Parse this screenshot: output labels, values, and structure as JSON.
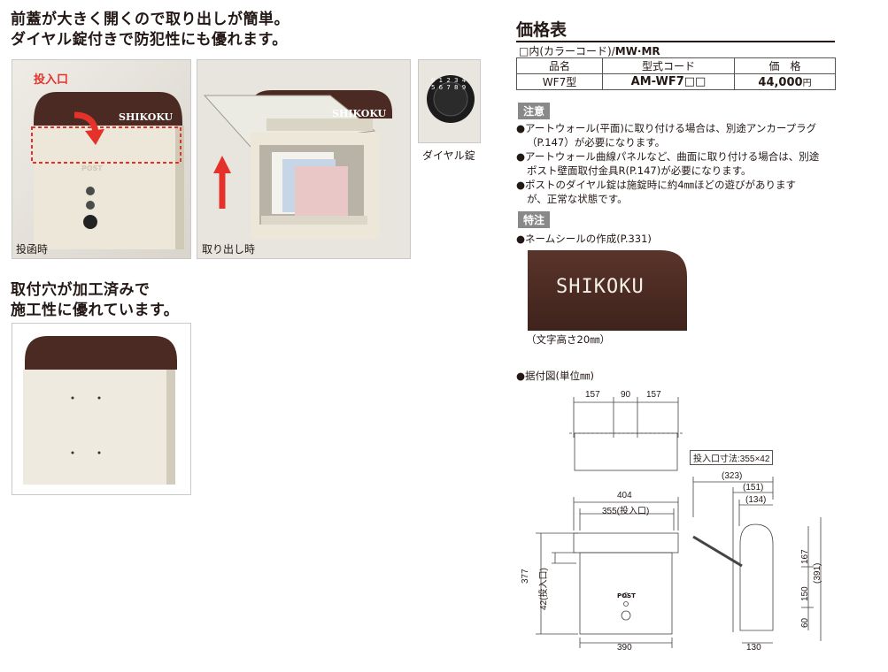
{
  "left": {
    "heading1_line1": "前蓋が大きく開くので取り出しが簡単。",
    "heading1_line2": "ダイヤル錠付きで防犯性にも優れます。",
    "photo1_label_top": "投入口",
    "photo1_caption": "投函時",
    "photo1_brand": "SHIKOKU",
    "photo1_post": "POST",
    "photo2_caption": "取り出し時",
    "photo2_brand": "SHIKOKU",
    "dial_caption": "ダイヤル錠",
    "dial_digits": "0 1 2 3 4 5 6 7 8 9",
    "heading2_line1": "取付穴が加工済みで",
    "heading2_line2": "施工性に優れています。"
  },
  "price": {
    "title": "価格表",
    "subtitle_prefix": "□内(カラーコード)/",
    "subtitle_codes": "MW·MR",
    "headers": [
      "品名",
      "型式コード",
      "価　格"
    ],
    "row": {
      "name": "WF7型",
      "code": "AM-WF7□□",
      "price": "44,000",
      "unit": "円"
    }
  },
  "notes": {
    "tag": "注意",
    "items": [
      "●アートウォール(平面)に取り付ける場合は、別途アンカープラグ",
      "（P.147）が必要になります。",
      "●アートウォール曲線パネルなど、曲面に取り付ける場合は、別途",
      "ポスト壁面取付金具R(P.147)が必要になります。",
      "●ポストのダイヤル錠は施錠時に約4㎜ほどの遊びがあります",
      "が、正常な状態です。"
    ]
  },
  "special": {
    "tag": "特注",
    "item": "●ネームシールの作成(P.331)",
    "sample_text": "SHIKOKU",
    "caption": "（文字高さ20㎜）"
  },
  "drawing": {
    "title": "●据付図(単位㎜)",
    "top_dims": [
      "157",
      "90",
      "157"
    ],
    "slot_note": "投入口寸法:355×42",
    "front_width": "404",
    "slot_width": "355(投入口)",
    "height_total": "377",
    "slot_height": "42(投入口)",
    "bottom_width": "390",
    "side_dims": [
      "(323)",
      "(151)",
      "(134)"
    ],
    "right_dims": [
      "167",
      "150",
      "60",
      "(391)"
    ],
    "side_bottom": "130",
    "post_label": "POST"
  }
}
